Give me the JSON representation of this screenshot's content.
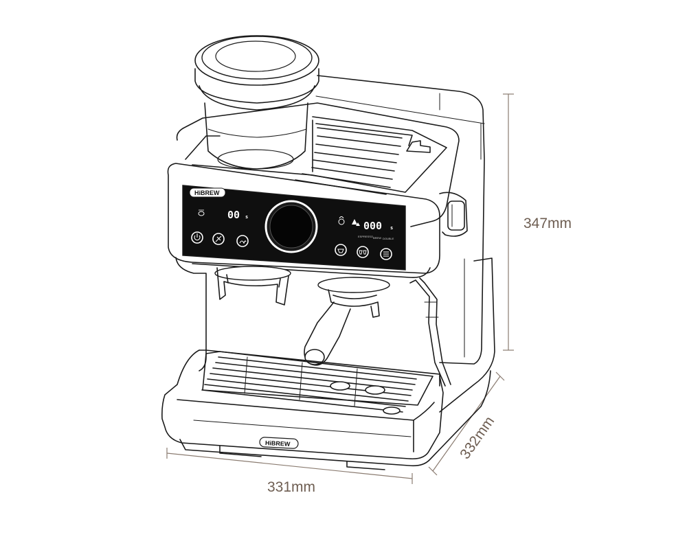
{
  "dimensions": {
    "height": "347mm",
    "width": "331mm",
    "depth": "332mm"
  },
  "brand": {
    "panel_logo": "HiBREW",
    "base_logo": "HiBREW"
  },
  "display": {
    "left_readout": "00",
    "left_unit": "s",
    "right_readout": "000",
    "right_unit": "s",
    "mode_labels": [
      "ESPRESSO",
      "BREW",
      "DOUBLE"
    ]
  },
  "colors": {
    "line": "#1a1a1a",
    "panel": "#0f0f0f",
    "dimension": "#8a7b70",
    "dimension_text": "#6e5e52"
  },
  "icons": {
    "bean": "bean-icon",
    "power": "power-icon",
    "grind": "grind-icon",
    "steam": "steam-icon",
    "hot_water": "hot-water-icon",
    "cups": "cups-icon",
    "cup": "cup-icon",
    "menu": "menu-icon"
  }
}
